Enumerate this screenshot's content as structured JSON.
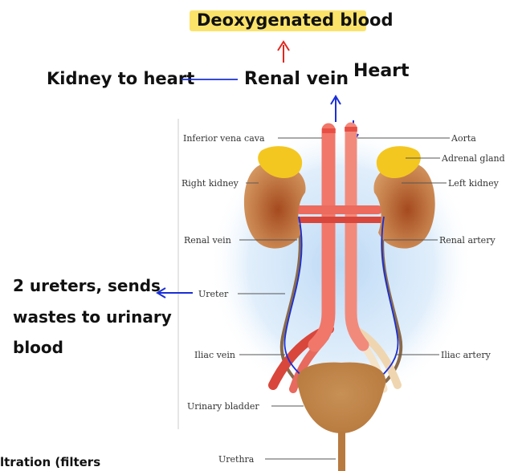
{
  "annotations": {
    "top_label": "Deoxygenated blood",
    "kidney_to_heart": "Kidney to heart",
    "renal_vein": "Renal vein",
    "heart": "Heart",
    "ureters_note": [
      "2 ureters, sends",
      "wastes to urinary",
      "blood"
    ],
    "cut_off_text": "ltration (filters"
  },
  "diagram_labels": {
    "inferior_vena_cava": "Inferior vena cava",
    "aorta": "Aorta",
    "adrenal_gland": "Adrenal gland",
    "right_kidney": "Right kidney",
    "left_kidney": "Left kidney",
    "renal_vein": "Renal vein",
    "renal_artery": "Renal artery",
    "ureter": "Ureter",
    "iliac_vein": "Iliac vein",
    "iliac_artery": "Iliac artery",
    "urinary_bladder": "Urinary bladder",
    "urethra": "Urethra"
  },
  "colors": {
    "highlight": "#fbe36a",
    "ink_blue": "#1a2fd6",
    "ink_red": "#e0281e",
    "vein": "#f0776a",
    "artery_dark": "#c8352b",
    "kidney": "#b86a38",
    "adrenal": "#f4c720",
    "glow": "#bcd9f5"
  }
}
